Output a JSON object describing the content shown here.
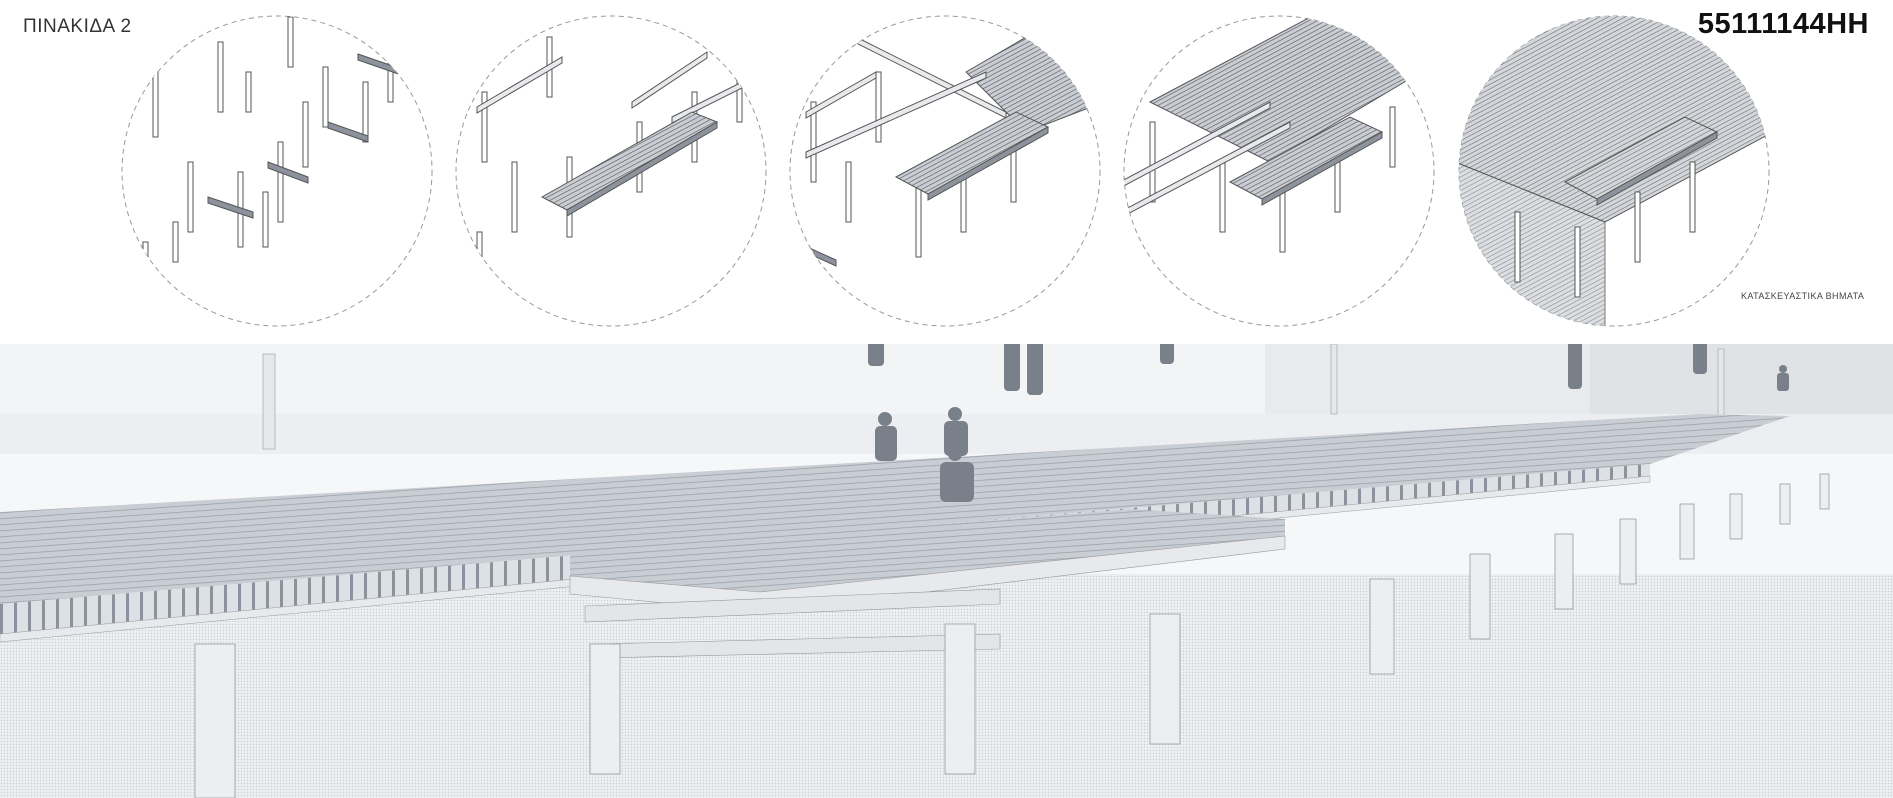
{
  "header": {
    "sheet_label": "ΠΙΝΑΚΙΔΑ 2",
    "sheet_code": "55111144HH"
  },
  "construction_steps": {
    "caption": "ΚΑΤΑΣΚΕΥΑΣΤΙΚΑ ΒΗΜΑΤΑ",
    "items": [
      {
        "name": "step-1-piles-and-beams"
      },
      {
        "name": "step-2-first-deck-module"
      },
      {
        "name": "step-3-frame-extension"
      },
      {
        "name": "step-4-deck-infill"
      },
      {
        "name": "step-5-complete-deck"
      }
    ]
  },
  "render": {
    "description_hidden": true,
    "colors": {
      "sky": "#f3f4f6",
      "deck": "#c9cdd4",
      "deck_dark": "#8d939c",
      "structure": "#e8e9ec",
      "ground": "#f6f7f8"
    }
  }
}
